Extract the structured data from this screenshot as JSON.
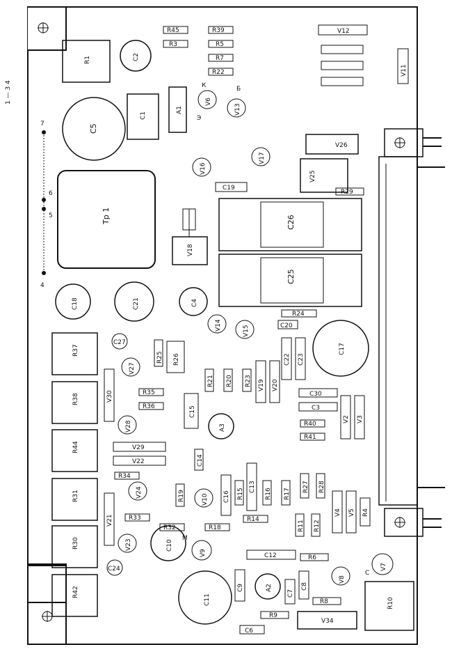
{
  "corner_note": "1 — 3 4",
  "connector_pins": [
    "7",
    "6",
    "5",
    "4"
  ],
  "components": {
    "R45": "R45",
    "R3": "R3",
    "R39": "R39",
    "R5": "R5",
    "R7": "R7",
    "R22": "R22",
    "V12": "V12",
    "V11": "V11",
    "R1": "R1",
    "C2": "C2",
    "C1": "C1",
    "A1": "A1",
    "V6": "V6",
    "V13": "V13",
    "C5": "C5",
    "V26": "V26",
    "V17": "V17",
    "V16": "V16",
    "V25": "V25",
    "C19": "C19",
    "R29": "R29",
    "Tp1": "Tp 1",
    "C26": "C26",
    "V18": "V18",
    "C25": "C25",
    "C18": "C18",
    "C21": "C21",
    "C4": "C4",
    "R24": "R24",
    "V14": "V14",
    "V15": "V15",
    "C20": "C20",
    "C17": "C17",
    "R37": "R37",
    "C27": "C27",
    "R25": "R25",
    "R26": "R26",
    "V27": "V27",
    "C22": "C22",
    "C23": "C23",
    "R21": "R21",
    "R20": "R20",
    "R23": "R23",
    "V19": "V19",
    "V20": "V20",
    "V30": "V30",
    "R35": "R35",
    "R38": "R38",
    "R36": "R36",
    "C15": "C15",
    "C30": "C30",
    "C3": "C3",
    "V2": "V2",
    "V3": "V3",
    "V28": "V28",
    "A3": "A3",
    "R40": "R40",
    "R41": "R41",
    "R44": "R44",
    "V29": "V29",
    "V22": "V22",
    "C14": "C14",
    "R34": "R34",
    "R31": "R31",
    "V24": "V24",
    "R19": "R19",
    "V10": "V10",
    "C16": "C16",
    "R15": "R15",
    "C13": "C13",
    "R16": "R16",
    "R17": "R17",
    "R27": "R27",
    "R28": "R28",
    "V4": "V4",
    "V5": "V5",
    "R4": "R4",
    "V21": "V21",
    "R33": "R33",
    "R32": "R32",
    "R18": "R18",
    "R14": "R14",
    "R11": "R11",
    "R12": "R12",
    "R30": "R30",
    "V23": "V23",
    "C10": "C10",
    "V9": "V9",
    "C12": "C12",
    "R6": "R6",
    "V7": "V7",
    "C24": "C24",
    "V8": "V8",
    "C8": "C8",
    "C7": "C7",
    "R42": "R42",
    "C11": "C11",
    "C9": "C9",
    "A2": "A2",
    "R8": "R8",
    "R9": "R9",
    "V34": "V34",
    "R10": "R10",
    "C6": "C6"
  },
  "terminals": {
    "b": "Б",
    "k": "К",
    "e": "Э",
    "m": "М",
    "c": "С"
  }
}
